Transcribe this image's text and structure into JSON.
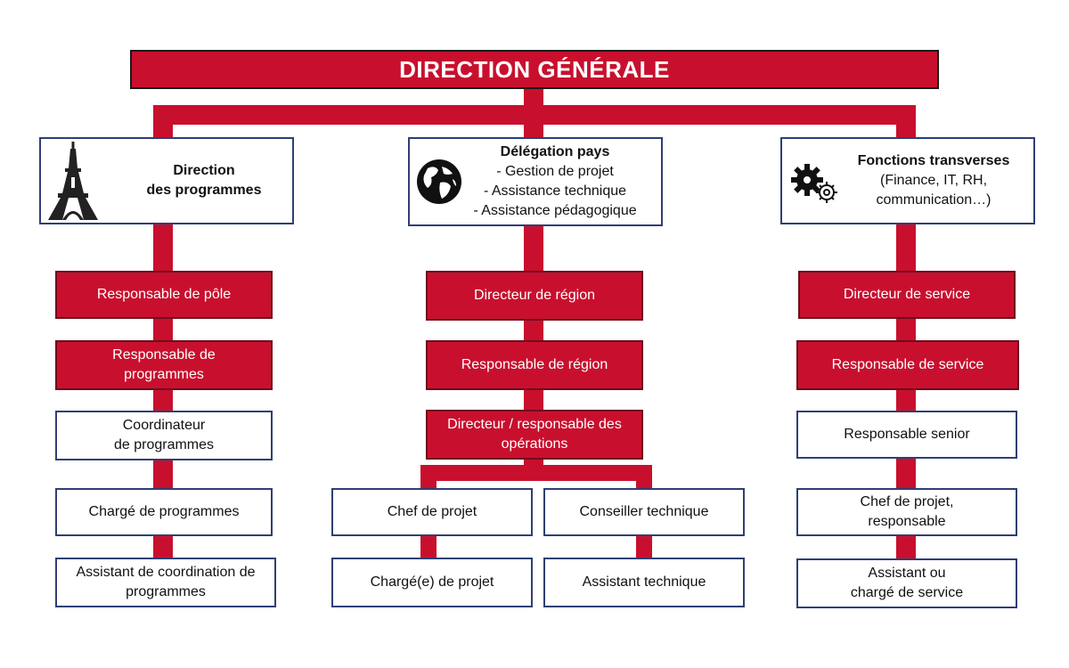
{
  "colors": {
    "accent": "#c8102e",
    "box_border": "#2f3f73",
    "text": "#111111"
  },
  "title": "DIRECTION GÉNÉRALE",
  "columns": [
    {
      "head": {
        "lines": [
          "Direction",
          "des programmes"
        ],
        "icon": "eiffel-tower-icon"
      },
      "roles": [
        {
          "lines": [
            "Responsable de pôle"
          ],
          "style": "red"
        },
        {
          "lines": [
            "Responsable de",
            "programmes"
          ],
          "style": "red"
        },
        {
          "lines": [
            "Coordinateur",
            "de programmes"
          ],
          "style": "white"
        },
        {
          "lines": [
            "Chargé de programmes"
          ],
          "style": "white"
        },
        {
          "lines": [
            "Assistant de coordination de",
            "programmes"
          ],
          "style": "white"
        }
      ]
    },
    {
      "head": {
        "title": "Délégation pays",
        "lines": [
          "- Gestion de projet",
          "- Assistance technique",
          "- Assistance pédagogique"
        ],
        "icon": "globe-icon"
      },
      "roles": [
        {
          "lines": [
            "Directeur de région"
          ],
          "style": "red"
        },
        {
          "lines": [
            "Responsable de région"
          ],
          "style": "red"
        },
        {
          "lines": [
            "Directeur / responsable des",
            "opérations"
          ],
          "style": "red"
        }
      ],
      "branches": [
        {
          "lines": [
            "Chef de projet"
          ],
          "style": "white"
        },
        {
          "lines": [
            "Conseiller technique"
          ],
          "style": "white"
        },
        {
          "lines": [
            "Chargé(e) de projet"
          ],
          "style": "white"
        },
        {
          "lines": [
            "Assistant technique"
          ],
          "style": "white"
        }
      ]
    },
    {
      "head": {
        "title": "Fonctions transverses",
        "lines": [
          "(Finance, IT, RH,",
          "communication…)"
        ],
        "icon": "gears-icon"
      },
      "roles": [
        {
          "lines": [
            "Directeur de service"
          ],
          "style": "red"
        },
        {
          "lines": [
            "Responsable de service"
          ],
          "style": "red"
        },
        {
          "lines": [
            "Responsable senior"
          ],
          "style": "white"
        },
        {
          "lines": [
            "Chef de projet,",
            "responsable"
          ],
          "style": "white"
        },
        {
          "lines": [
            "Assistant ou",
            "chargé de service"
          ],
          "style": "white"
        }
      ]
    }
  ]
}
